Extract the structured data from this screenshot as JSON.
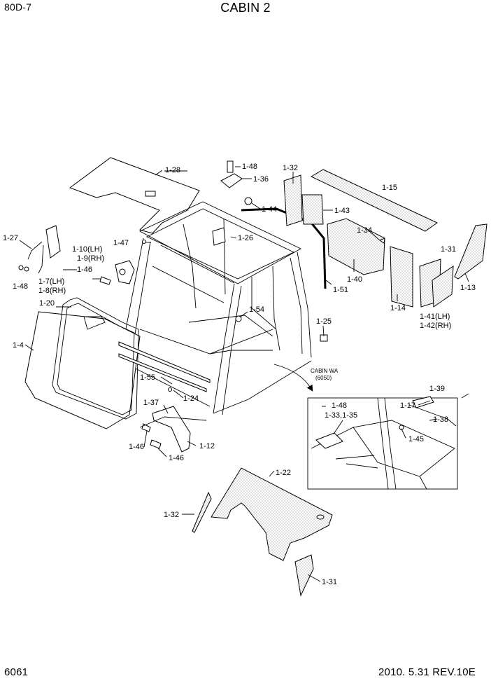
{
  "header": {
    "model": "80D-7",
    "title": "CABIN 2"
  },
  "footer": {
    "page_number": "6061",
    "revision": "2010. 5.31  REV.10E"
  },
  "labels": {
    "p1_28": "1-28",
    "p1_48a": "1-48",
    "p1_36": "1-36",
    "p1_32a": "1-32",
    "p1_15": "1-15",
    "p1_44": "1-44",
    "p1_43": "1-43",
    "p1_27": "1-27",
    "p1_47": "1-47",
    "p1_10": "1-10(LH)",
    "p1_9": "1-9(RH)",
    "p1_26": "1-26",
    "p1_34": "1-34",
    "p1_31a": "1-31",
    "p1_48b": "1-48",
    "p1_7": "1-7(LH)",
    "p1_8": "1-8(RH)",
    "p1_46a": "1-46",
    "p1_40": "1-40",
    "p1_51": "1-51",
    "p1_13": "1-13",
    "p1_20": "1-20",
    "p1_54": "1-54",
    "p1_14": "1-14",
    "p1_41": "1-41(LH)",
    "p1_42": "1-42(RH)",
    "p1_25": "1-25",
    "p1_4": "1-4",
    "cabin_wa": "CABIN WA",
    "cabin_wa_code": "(6050)",
    "p1_55": "1-55",
    "p1_24": "1-24",
    "p1_37": "1-37",
    "p1_39": "1-39",
    "p1_48c": "1-48",
    "p1_17": "1-17",
    "p1_33": "1-33,1-35",
    "p1_38": "1-38",
    "p1_46b": "1-46",
    "p1_12": "1-12",
    "p1_45": "1-45",
    "p1_46c": "1-46",
    "p1_22": "1-22",
    "p1_32b": "1-32",
    "p1_31b": "1-31"
  }
}
